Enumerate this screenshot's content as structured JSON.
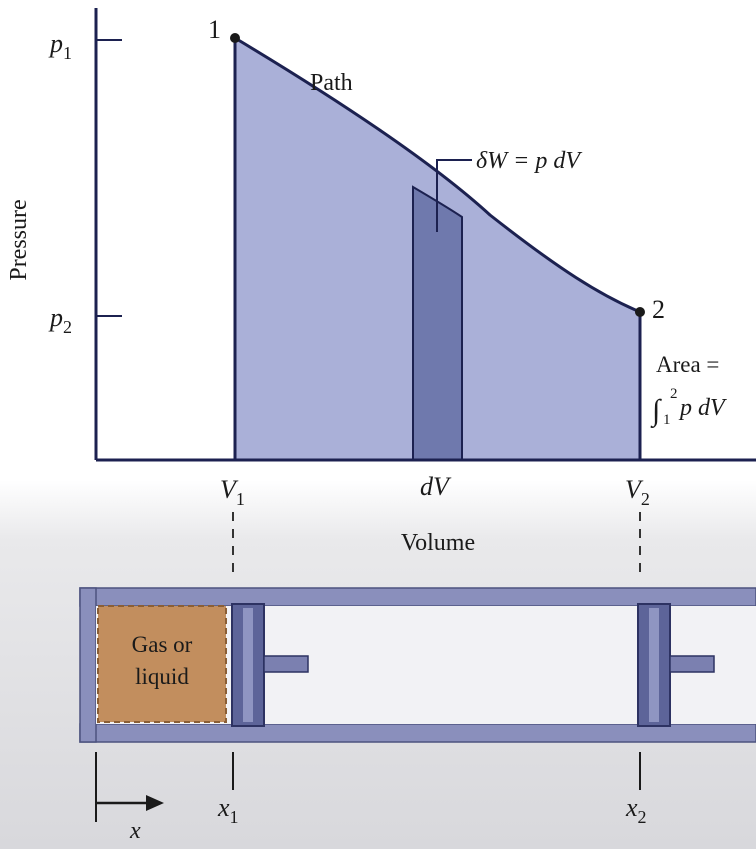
{
  "axes": {
    "y_label": "Pressure",
    "x_label": "Volume",
    "p1": "p",
    "p1_sub": "1",
    "p2": "p",
    "p2_sub": "2",
    "v1": "V",
    "v1_sub": "1",
    "v2": "V",
    "v2_sub": "2",
    "dv": "dV"
  },
  "curve": {
    "path_label": "Path",
    "state1": "1",
    "state2": "2",
    "strip_label": "δW = p dV",
    "area_label_line1": "Area =",
    "area_integral": "∫",
    "area_upper": "2",
    "area_lower": "1",
    "area_integrand": "p dV"
  },
  "piston": {
    "gas_line1": "Gas or",
    "gas_line2": "liquid",
    "x_axis": "x",
    "x1": "x",
    "x1_sub": "1",
    "x2": "x",
    "x2_sub": "2"
  },
  "colors": {
    "area_fill": "#aab0d8",
    "strip_fill": "#6f79ad",
    "line": "#1c2150",
    "gas_fill": "#c28e5e",
    "cylinder": "#7b80b0",
    "piston": "#5d6499"
  }
}
